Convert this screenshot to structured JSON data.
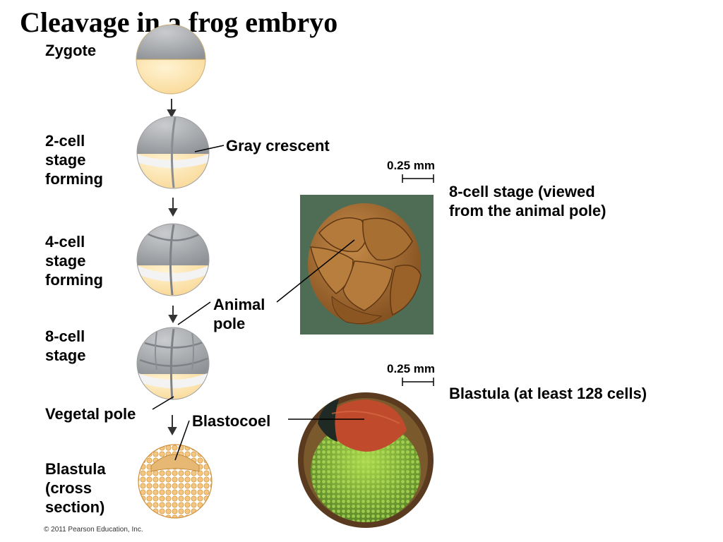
{
  "title": "Cleavage in a frog embryo",
  "labels": {
    "zygote": "Zygote",
    "two_cell": [
      "2-cell",
      "stage",
      "forming"
    ],
    "four_cell": [
      "4-cell",
      "stage",
      "forming"
    ],
    "eight_cell": [
      "8-cell",
      "stage"
    ],
    "vegetal_pole": "Vegetal pole",
    "blastula_cross": [
      "Blastula",
      "(cross",
      "section)"
    ],
    "gray_crescent": "Gray crescent",
    "animal_pole": [
      "Animal",
      "pole"
    ],
    "blastocoel": "Blastocoel",
    "eight_cell_photo": [
      "8-cell stage (viewed",
      "from the animal pole)"
    ],
    "blastula_photo": "Blastula (at least 128 cells)"
  },
  "scale_bars": [
    "0.25 mm",
    "0.25 mm"
  ],
  "copyright": "© 2011 Pearson Education, Inc.",
  "colors": {
    "animal_hemisphere": "#a9abae",
    "vegetal_hemisphere": "#fcd997",
    "photo_background": "#4f6c55",
    "embryo_photo": "#a0662c",
    "blastocoel_red": "#b8412a",
    "vegetal_green": "#8cbf3a"
  }
}
